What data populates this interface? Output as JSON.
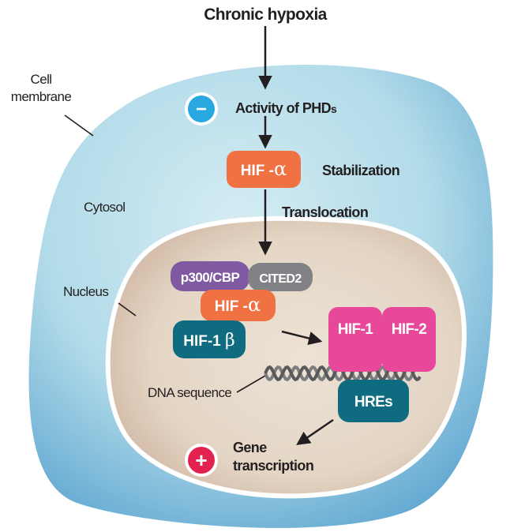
{
  "labels": {
    "chronic_hypoxia": "Chronic hypoxia",
    "cell": "Cell",
    "membrane": "membrane",
    "activity_of_phds_main": "Activity of PHD",
    "activity_of_phds_suffix": "s",
    "stabilization": "Stabilization",
    "cytosol": "Cytosol",
    "translocation": "Translocation",
    "nucleus": "Nucleus",
    "dna_sequence": "DNA sequence",
    "gene": "Gene",
    "transcription": "transcription"
  },
  "boxes": {
    "hif_alpha_cytosol": {
      "text": "HIF -",
      "symbol": "α"
    },
    "p300_cbp": "p300/CBP",
    "cited2": "CITED2",
    "hif_alpha_nucleus": {
      "text": "HIF -",
      "symbol": "α"
    },
    "hif_1_beta": {
      "text": "HIF-1 ",
      "symbol": "β"
    },
    "hif_1": "HIF-1",
    "hif_2": "HIF-2",
    "hres": "HREs"
  },
  "signs": {
    "minus": "−",
    "plus": "+"
  },
  "colors": {
    "cytosol_light": "#c9e6ef",
    "cytosol_dark": "#5ba4cf",
    "nucleus": "#e6d9c8",
    "nucleus_dark": "#c9ad98",
    "hif_alpha": "#f07243",
    "p300": "#7f5aa2",
    "cited2": "#808285",
    "hif_beta": "#0f6b80",
    "hif_pink": "#e8489a",
    "hres": "#0f6b80",
    "minus_circle": "#27a8e0",
    "plus_circle": "#e2224f"
  }
}
